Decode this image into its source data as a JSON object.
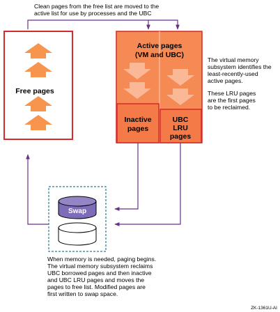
{
  "top_caption": {
    "line1": "Clean pages from the free list are moved to the",
    "line2": "active list for use by processes and the UBC"
  },
  "free_pages": {
    "label": "Free pages"
  },
  "active_pages": {
    "line1": "Active pages",
    "line2": "(VM and UBC)"
  },
  "inactive_pages": {
    "line1": "Inactive",
    "line2": "pages"
  },
  "ubc_lru_pages": {
    "line1": "UBC",
    "line2": "LRU",
    "line3": "pages"
  },
  "right_note": {
    "lines": [
      "The virtual memory",
      "subsystem identifies the",
      "least-recently-used",
      "active pages."
    ],
    "lines2": [
      "These LRU pages",
      "are the first pages",
      "to be reclaimed."
    ]
  },
  "swap": {
    "label": "Swap"
  },
  "bottom_note": {
    "lines": [
      "When memory is needed, paging begins.",
      "The virtual memory subsystem reclaims",
      "UBC borrowed pages and then inactive",
      "and UBC LRU pages and moves the",
      "pages to free list.  Modified pages are",
      "first written to swap space."
    ]
  },
  "figure_id": "ZK-1361U-AI",
  "colors": {
    "frame_red": "#d42a2a",
    "arrow_orange": "#f7954f",
    "active_fill": "#f58a55",
    "active_light": "#fbb896",
    "swap_purple": "#7e6cb8",
    "line_purple": "#6a2f86",
    "storage_border": "#2a7a96"
  }
}
